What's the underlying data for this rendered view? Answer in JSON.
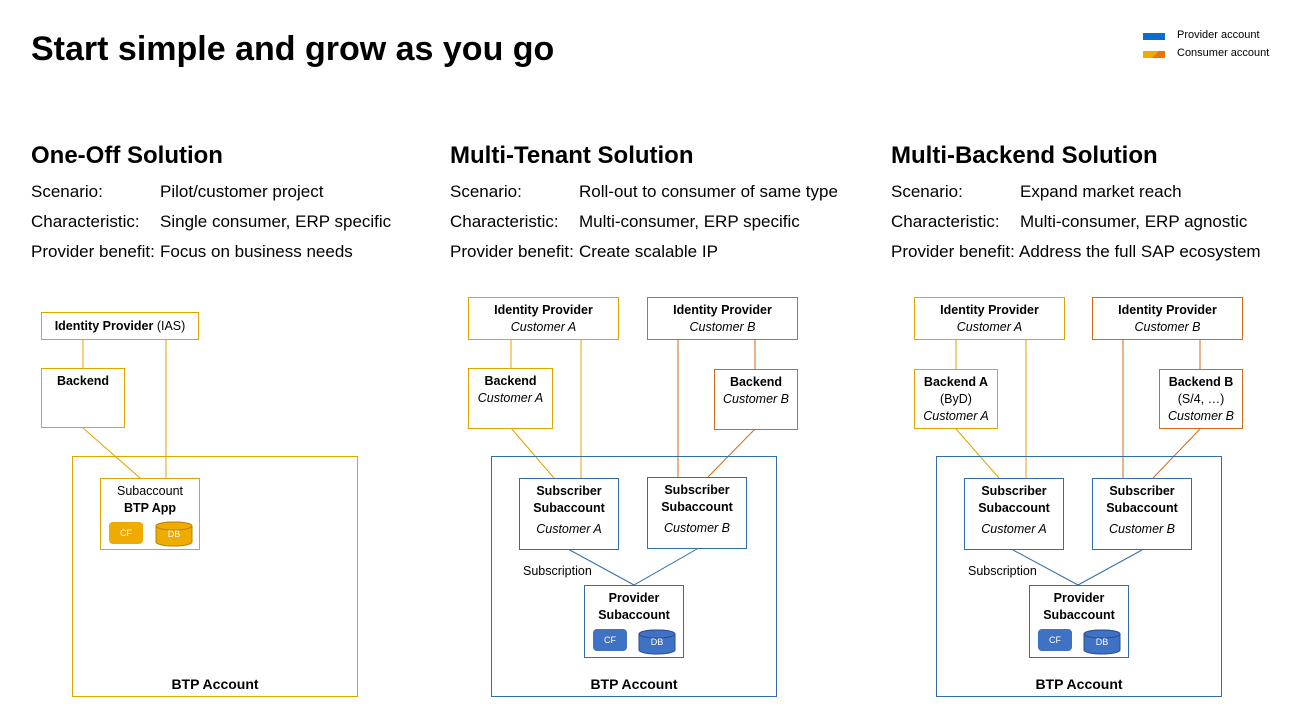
{
  "title": "Start simple and grow as you go",
  "legend": {
    "provider": {
      "label": "Provider account",
      "color": "#0a6ed1"
    },
    "consumer": {
      "label": "Consumer account",
      "color": "#f0ab00"
    }
  },
  "labels": {
    "scenario": "Scenario:",
    "characteristic": "Characteristic:",
    "benefit": "Provider benefit:"
  },
  "solutions": [
    {
      "title": "One-Off Solution",
      "scenario": "Pilot/customer project",
      "characteristic": "Single consumer, ERP specific",
      "benefit": "Focus on business needs"
    },
    {
      "title": "Multi-Tenant Solution",
      "scenario": "Roll-out to consumer of same type",
      "characteristic": "Multi-consumer, ERP specific",
      "benefit": "Create scalable IP"
    },
    {
      "title": "Multi-Backend Solution",
      "scenario": "Expand market reach",
      "characteristic": "Multi-consumer, ERP agnostic",
      "benefit": "Address the full SAP ecosystem"
    }
  ],
  "diagram1": {
    "idp_bold": "Identity Provider",
    "idp_suffix": " (IAS)",
    "backend": "Backend",
    "subaccount": "Subaccount",
    "app": "BTP App",
    "cf": "CF",
    "db": "DB",
    "account": "BTP Account"
  },
  "diagram2": {
    "idp_a": "Identity Provider",
    "idp_a_sub": "Customer A",
    "idp_b": "Identity Provider",
    "idp_b_sub": "Customer B",
    "backend_a": "Backend",
    "backend_a_sub": "Customer A",
    "backend_b": "Backend",
    "backend_b_sub": "Customer B",
    "subscriber_a_1": "Subscriber",
    "subscriber_a_2": "Subaccount",
    "subscriber_a_sub": "Customer A",
    "subscriber_b_1": "Subscriber",
    "subscriber_b_2": "Subaccount",
    "subscriber_b_sub": "Customer B",
    "subscription": "Subscription",
    "provider_1": "Provider",
    "provider_2": "Subaccount",
    "cf": "CF",
    "db": "DB",
    "account": "BTP Account"
  },
  "diagram3": {
    "idp_a": "Identity Provider",
    "idp_a_sub": "Customer A",
    "idp_b": "Identity Provider",
    "idp_b_sub": "Customer B",
    "backend_a": "Backend A",
    "backend_a_detail": "(ByD)",
    "backend_a_sub": "Customer A",
    "backend_b": "Backend B",
    "backend_b_detail": "(S/4, …)",
    "backend_b_sub": "Customer B",
    "subscriber_a_1": "Subscriber",
    "subscriber_a_2": "Subaccount",
    "subscriber_a_sub": "Customer A",
    "subscriber_b_1": "Subscriber",
    "subscriber_b_2": "Subaccount",
    "subscriber_b_sub": "Customer B",
    "subscription": "Subscription",
    "provider_1": "Provider",
    "provider_2": "Subaccount",
    "cf": "CF",
    "db": "DB",
    "account": "BTP Account"
  }
}
